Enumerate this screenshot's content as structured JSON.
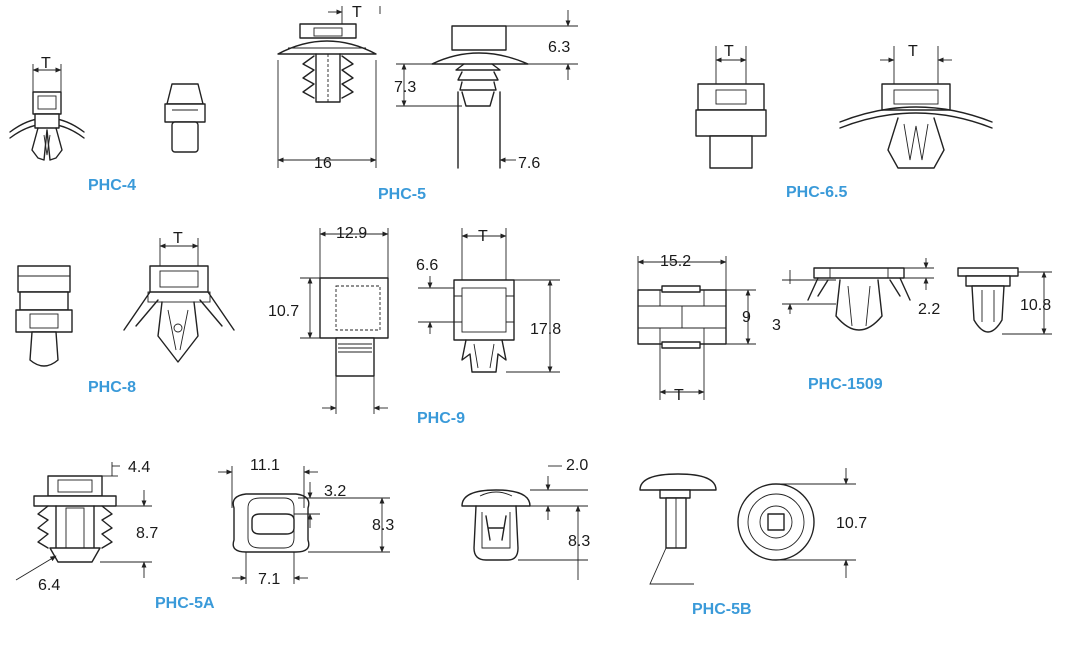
{
  "parts": {
    "phc4": {
      "label": "PHC-4",
      "dims": [
        "T"
      ]
    },
    "phc5": {
      "label": "PHC-5",
      "dims": [
        "T",
        "6.3",
        "7.3",
        "16",
        "7.6"
      ]
    },
    "phc65": {
      "label": "PHC-6.5",
      "dims": [
        "T",
        "T"
      ]
    },
    "phc8": {
      "label": "PHC-8",
      "dims": [
        "T"
      ]
    },
    "phc9": {
      "label": "PHC-9",
      "dims": [
        "12.9",
        "10.7",
        "T",
        "6.6",
        "17.8"
      ]
    },
    "phc1509": {
      "label": "PHC-1509",
      "dims": [
        "15.2",
        "9",
        "T",
        "3",
        "2.2",
        "10.8"
      ]
    },
    "phc5a": {
      "label": "PHC-5A",
      "dims": [
        "4.4",
        "8.7",
        "6.4",
        "11.1",
        "3.2",
        "8.3",
        "7.1"
      ]
    },
    "phc5b": {
      "label": "PHC-5B",
      "dims": [
        "2.0",
        "8.3",
        "10.7"
      ]
    }
  },
  "colors": {
    "label": "#3a9ad9",
    "line": "#222222"
  }
}
